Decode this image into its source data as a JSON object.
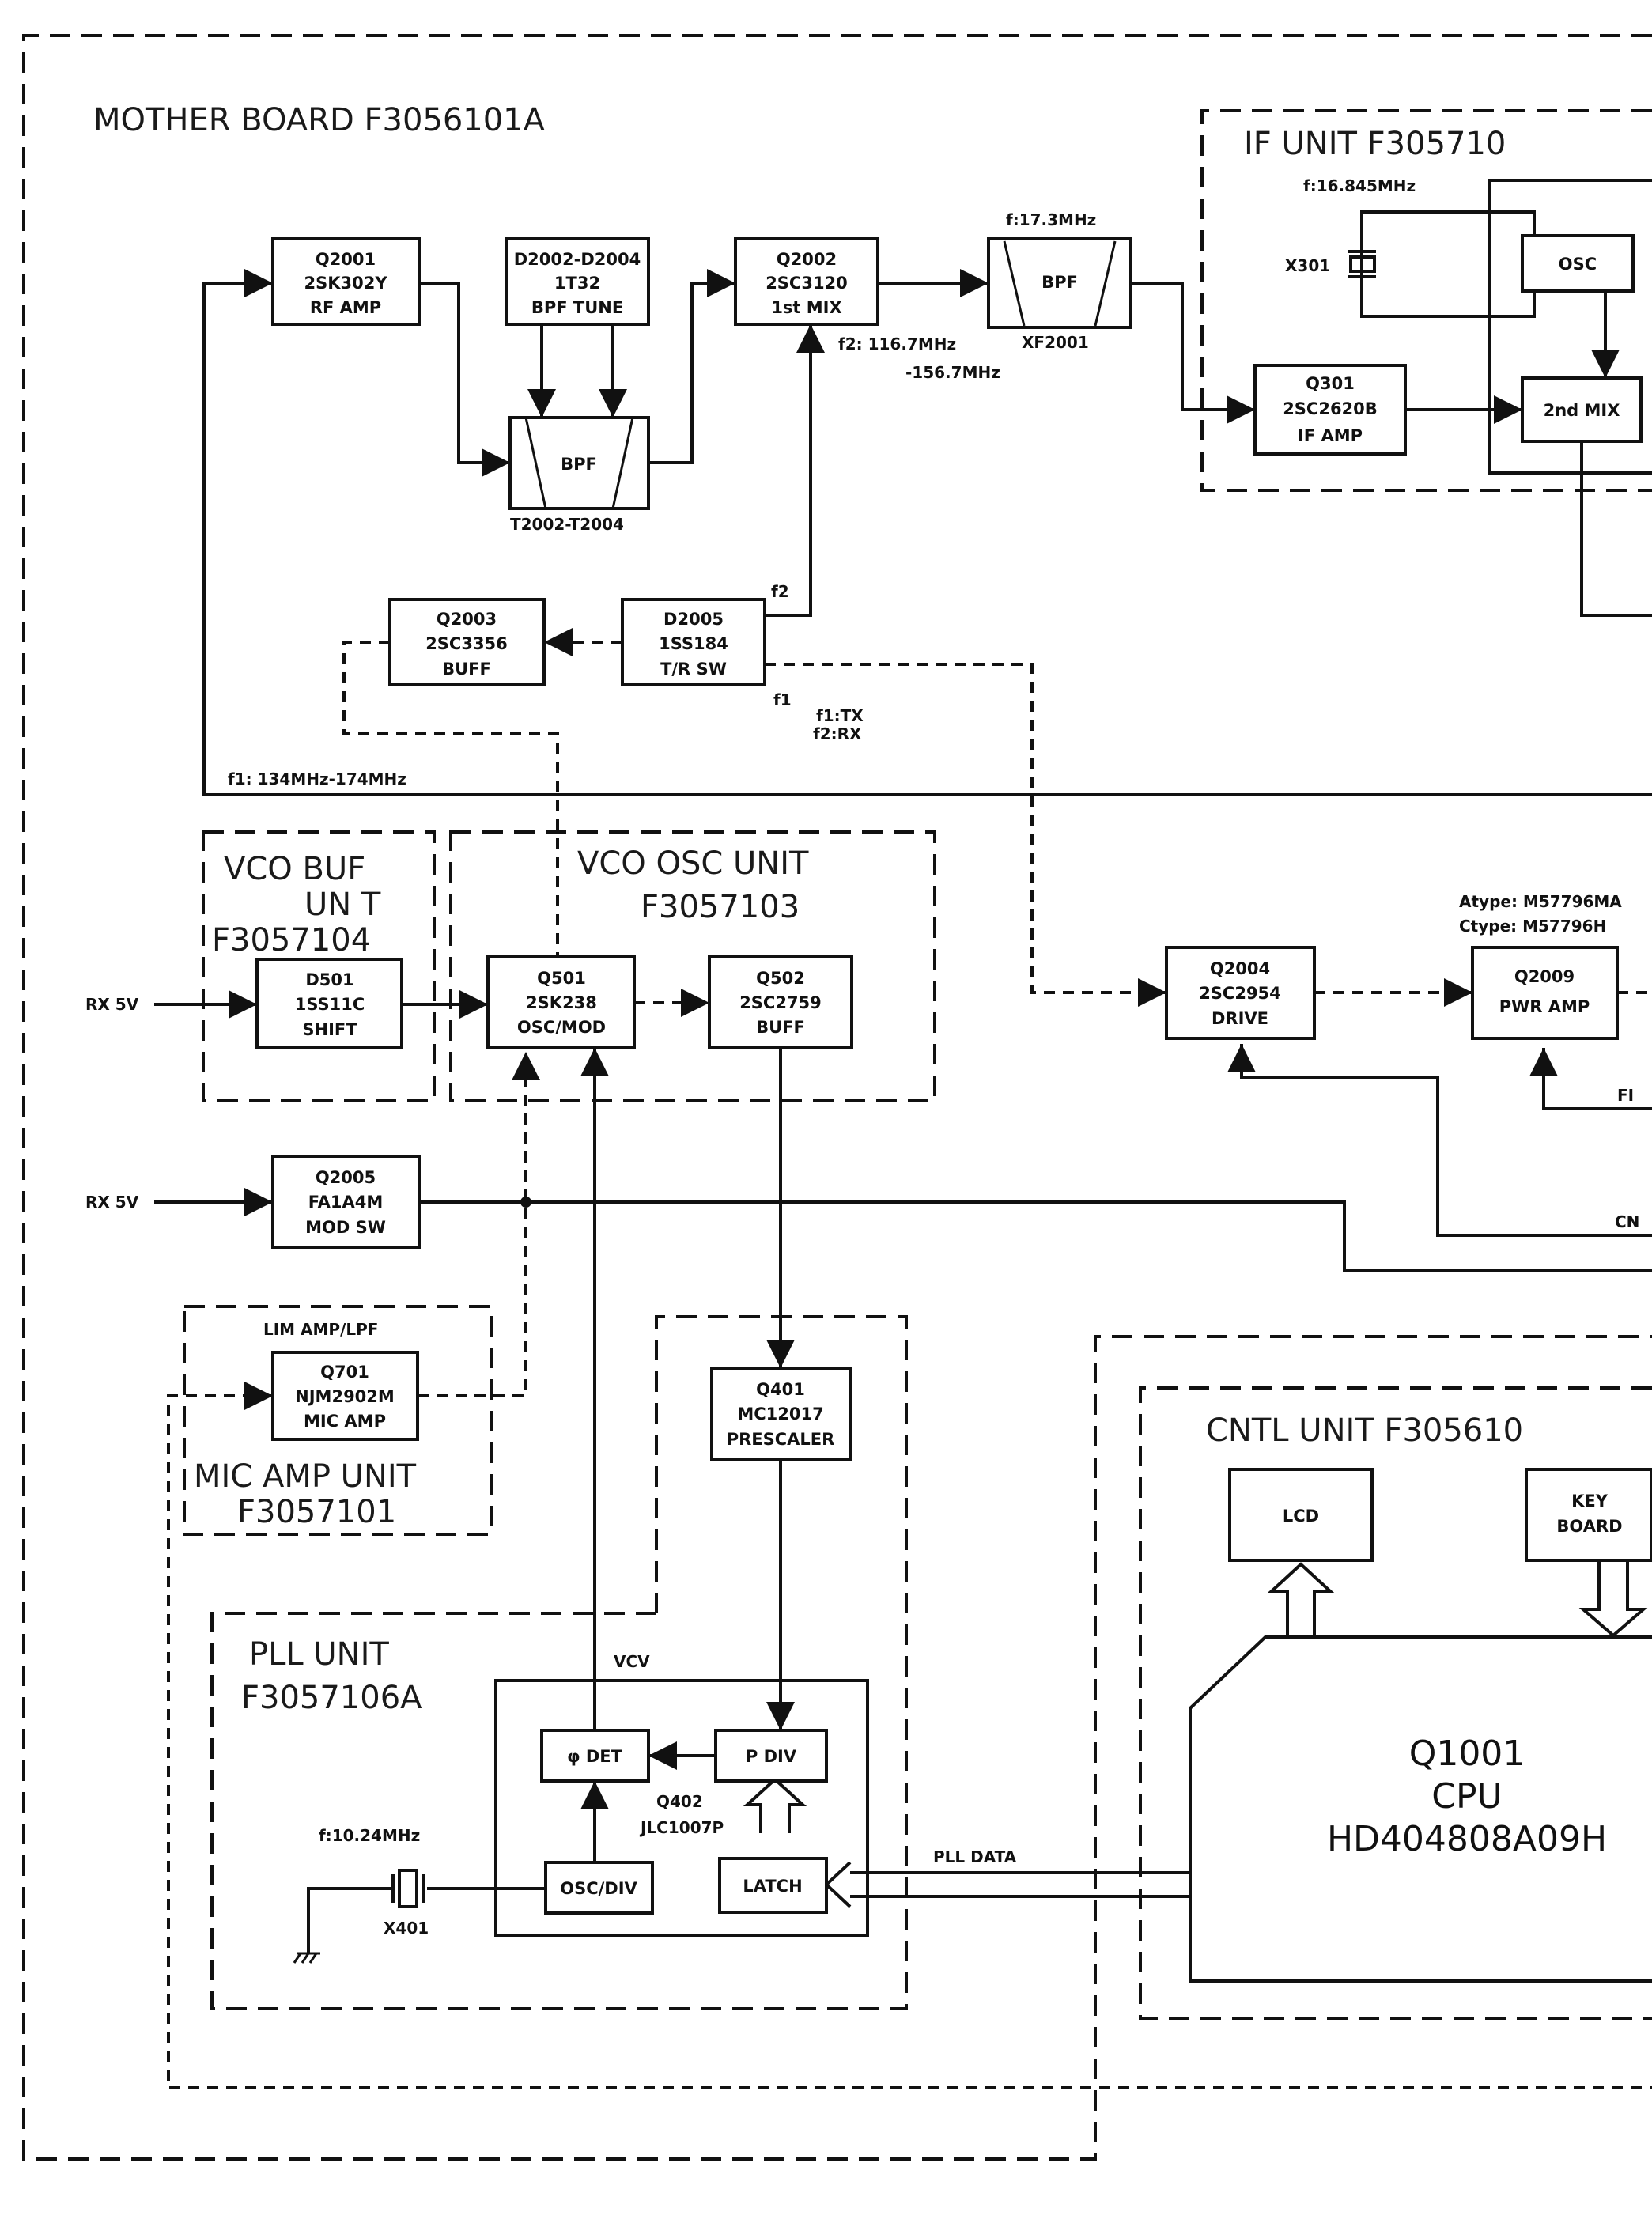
{
  "frames": {
    "mother_board": "MOTHER BOARD  F3056101A",
    "if_unit": "IF UNIT   F305710",
    "vco_buf_unit": [
      "VCO BUF",
      "UN T",
      "F3057104"
    ],
    "vco_osc_unit": [
      "VCO OSC  UNIT",
      "F3057103"
    ],
    "mic_amp_unit": [
      "MIC AMP UNIT",
      "F3057101"
    ],
    "pll_unit": [
      "PLL UNIT",
      "F3057106A"
    ],
    "cntl_unit": "CNTL UNIT  F305610"
  },
  "blocks": {
    "q2001": [
      "Q2001",
      "2SK302Y",
      "RF AMP"
    ],
    "d2002": [
      "D2002-D2004",
      "1T32",
      "BPF TUNE"
    ],
    "q2002": [
      "Q2002",
      "2SC3120",
      "1st MIX"
    ],
    "bpf1": "BPF",
    "xf2001_bpf": "BPF",
    "q301": [
      "Q301",
      "2SC2620B",
      "IF AMP"
    ],
    "osc": "OSC",
    "mix2": "2nd MIX",
    "q2003": [
      "Q2003",
      "2SC3356",
      "BUFF"
    ],
    "d2005": [
      "D2005",
      "1SS184",
      "T/R SW"
    ],
    "d501": [
      "D501",
      "1SS11C",
      "SHIFT"
    ],
    "q501": [
      "Q501",
      "2SK238",
      "OSC/MOD"
    ],
    "q502": [
      "Q502",
      "2SC2759",
      "BUFF"
    ],
    "q2004": [
      "Q2004",
      "2SC2954",
      "DRIVE"
    ],
    "q2009": [
      "Q2009",
      "PWR AMP"
    ],
    "q2005": [
      "Q2005",
      "FA1A4M",
      "MOD SW"
    ],
    "q701": [
      "Q701",
      "NJM2902M",
      "MIC AMP"
    ],
    "q401": [
      "Q401",
      "MC12017",
      "PRESCALER"
    ],
    "det": "φ DET",
    "pdiv": "P DIV",
    "oscdiv": "OSC/DIV",
    "latch": "LATCH",
    "lcd": "LCD",
    "keyboard": [
      "KEY",
      "BOARD"
    ],
    "cpu": [
      "Q1001",
      "CPU",
      "HD404808A09H"
    ]
  },
  "labels": {
    "f1_if": "f:16.845MHz",
    "x301": "X301",
    "f17": "f:17.3MHz",
    "xf2001": "XF2001",
    "t2002": "T2002-T2004",
    "f2_range_a": "f2: 116.7MHz",
    "f2_range_b": "-156.7MHz",
    "f2": "f2",
    "f1": "f1",
    "f1tx": "f1:TX",
    "f2rx": "f2:RX",
    "f1_range": "f1: 134MHz-174MHz",
    "atype": "Atype: M57796MA",
    "ctype": "Ctype: M57796H",
    "rx5v_a": "RX 5V",
    "rx5v_b": "RX 5V",
    "lim_amp": "LIM AMP/LPF",
    "vcv": "VCV",
    "q402": [
      "Q402",
      "JLC1007P"
    ],
    "f1024": "f:10.24MHz",
    "x401": "X401",
    "pll_data": "PLL DATA",
    "fi": "FI",
    "cnt": "CN"
  }
}
